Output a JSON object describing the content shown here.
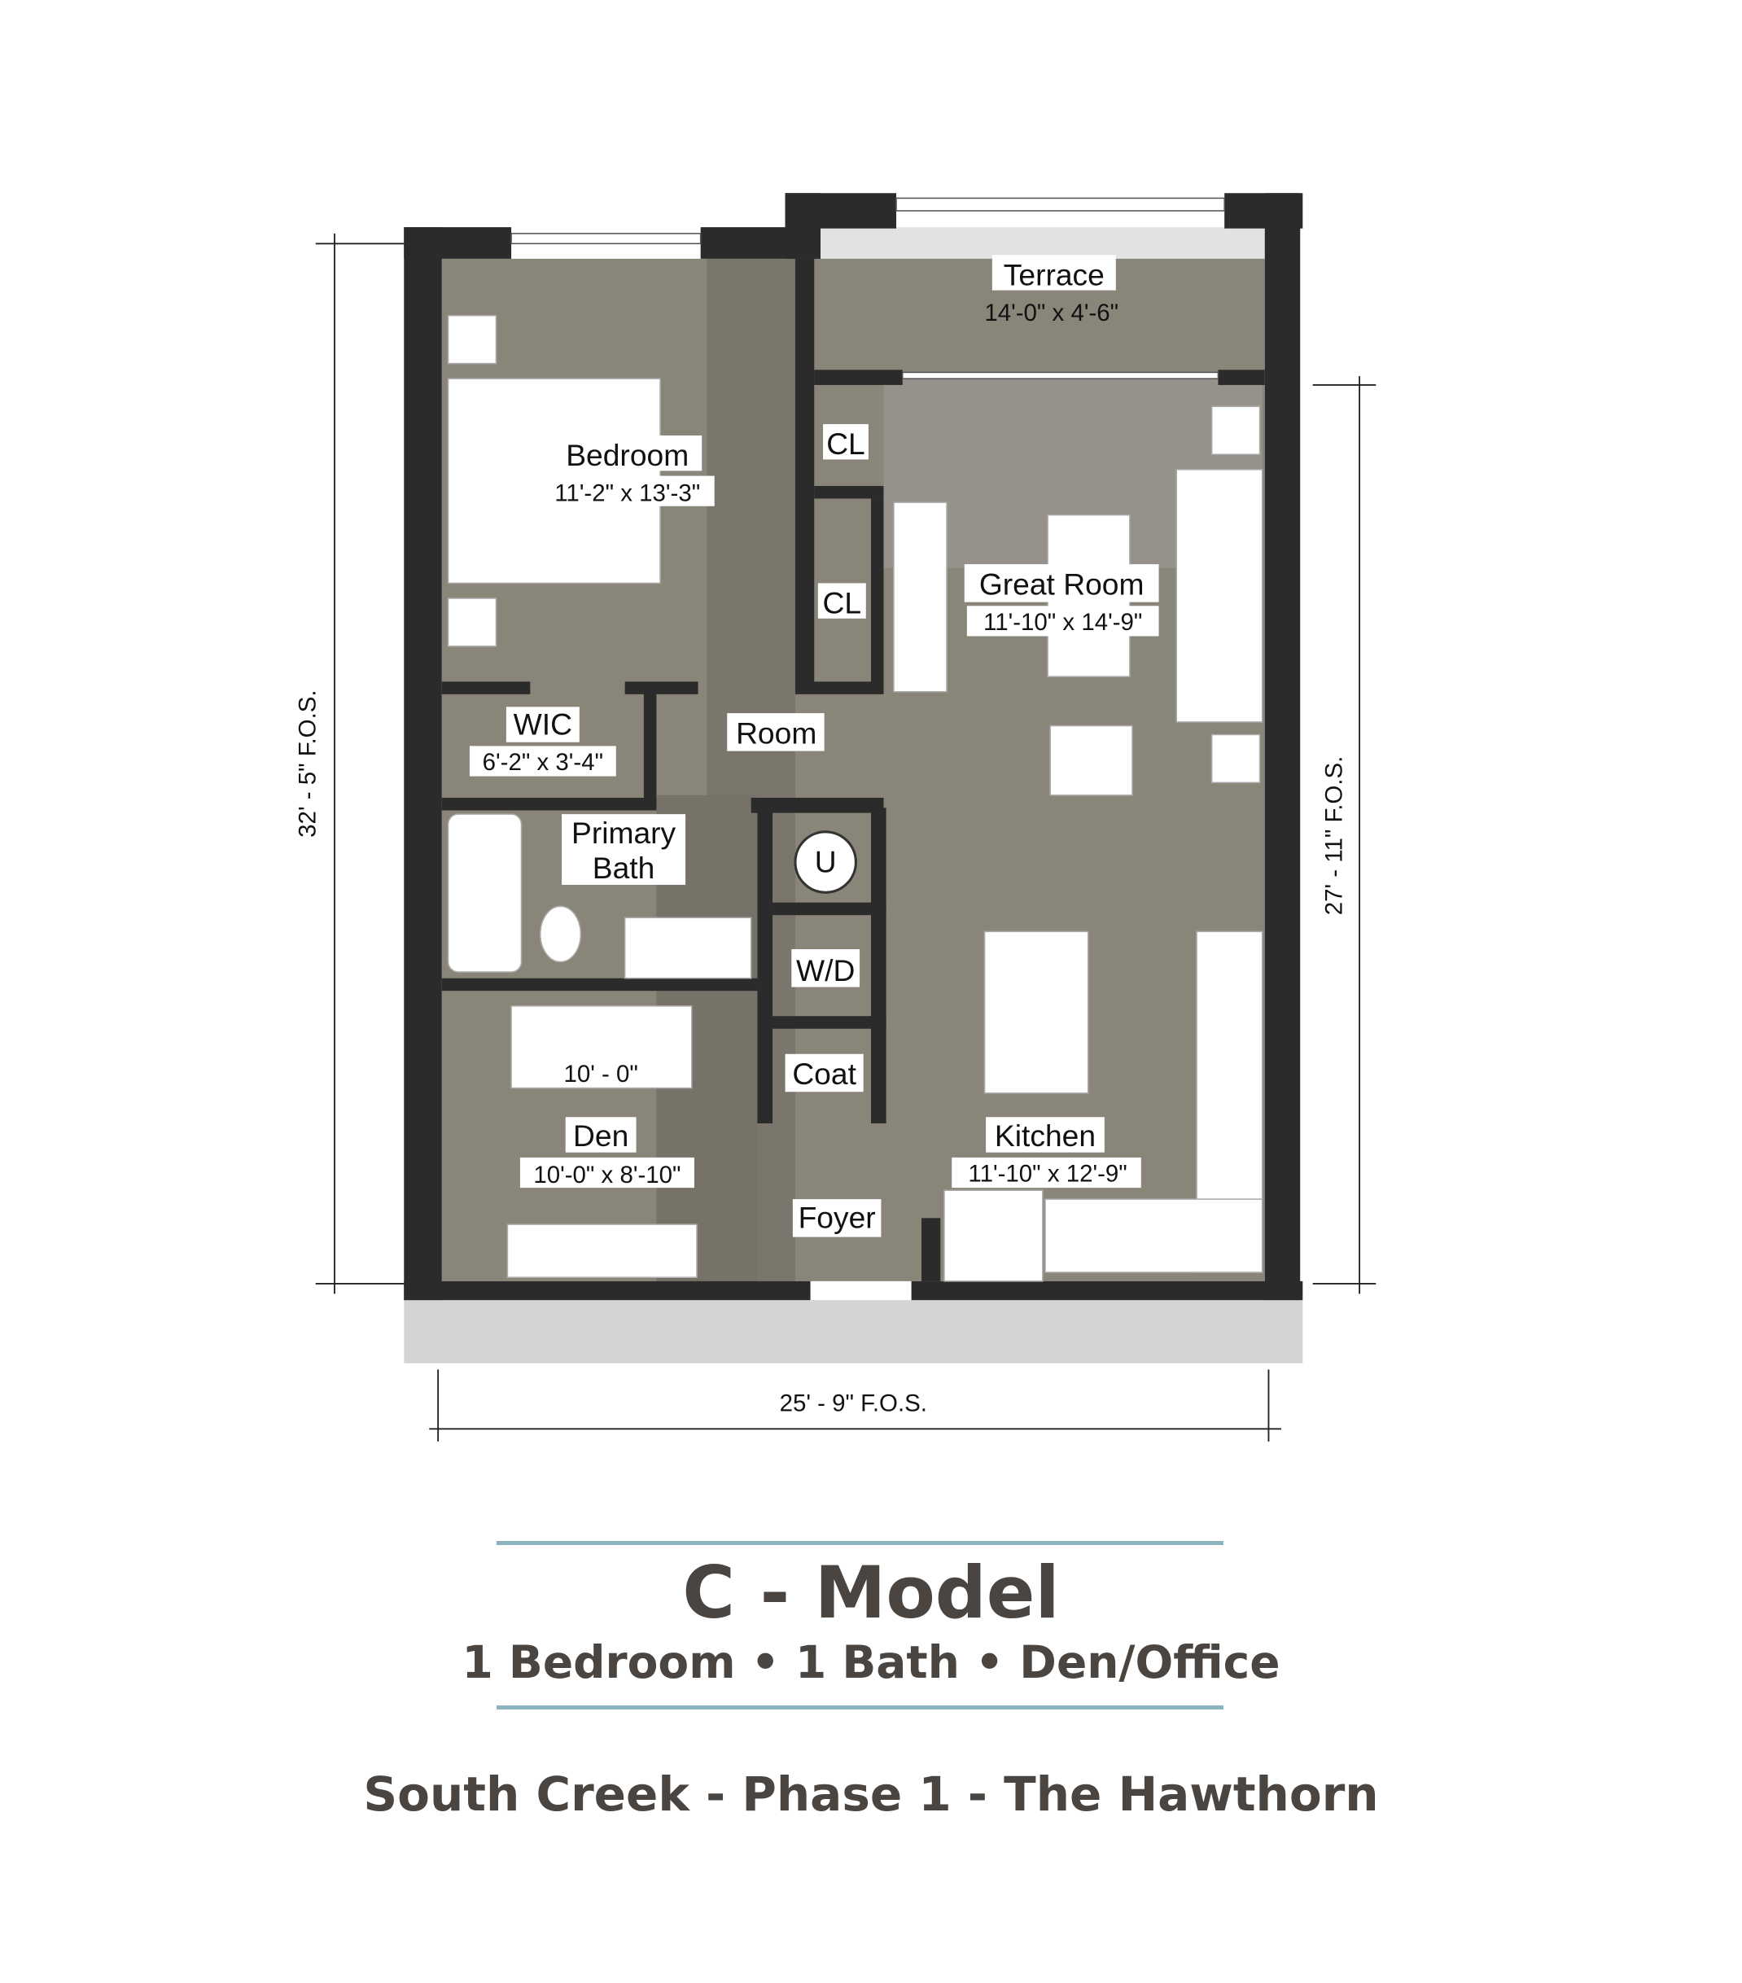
{
  "rooms": {
    "terrace": {
      "name": "Terrace",
      "dims": "14'-0\" x 4'-6\""
    },
    "bedroom": {
      "name": "Bedroom",
      "dims": "11'-2\" x 13'-3\""
    },
    "closet_1": {
      "name": "CL"
    },
    "closet_2": {
      "name": "CL"
    },
    "great_room": {
      "name": "Great Room",
      "dims": "11'-10\" x 14'-9\""
    },
    "wic": {
      "name": "WIC",
      "dims": "6'-2\" x 3'-4\""
    },
    "room": {
      "name": "Room"
    },
    "primary_bath": {
      "line1": "Primary",
      "line2": "Bath"
    },
    "utility": {
      "name": "U"
    },
    "wd": {
      "name": "W/D"
    },
    "coat": {
      "name": "Coat"
    },
    "den": {
      "name": "Den",
      "dims": "10'-0\" x 8'-10\"",
      "bed_width": "10' - 0\""
    },
    "kitchen": {
      "name": "Kitchen",
      "dims": "11'-10\" x 12'-9\""
    },
    "foyer": {
      "name": "Foyer"
    }
  },
  "dimensions": {
    "left_height": "32' - 5\" F.O.S.",
    "right_height": "27' - 11\" F.O.S.",
    "bottom_width": "25' - 9\" F.O.S."
  },
  "title": {
    "model": "C - Model",
    "summary": "1 Bedroom • 1 Bath • Den/Office",
    "community": "South Creek - Phase 1 - The Hawthorn"
  },
  "colors": {
    "wall": "#2b2b2b",
    "floor": "#8a8579",
    "accent_rule": "#8cb4c0",
    "text": "#4a4540"
  }
}
